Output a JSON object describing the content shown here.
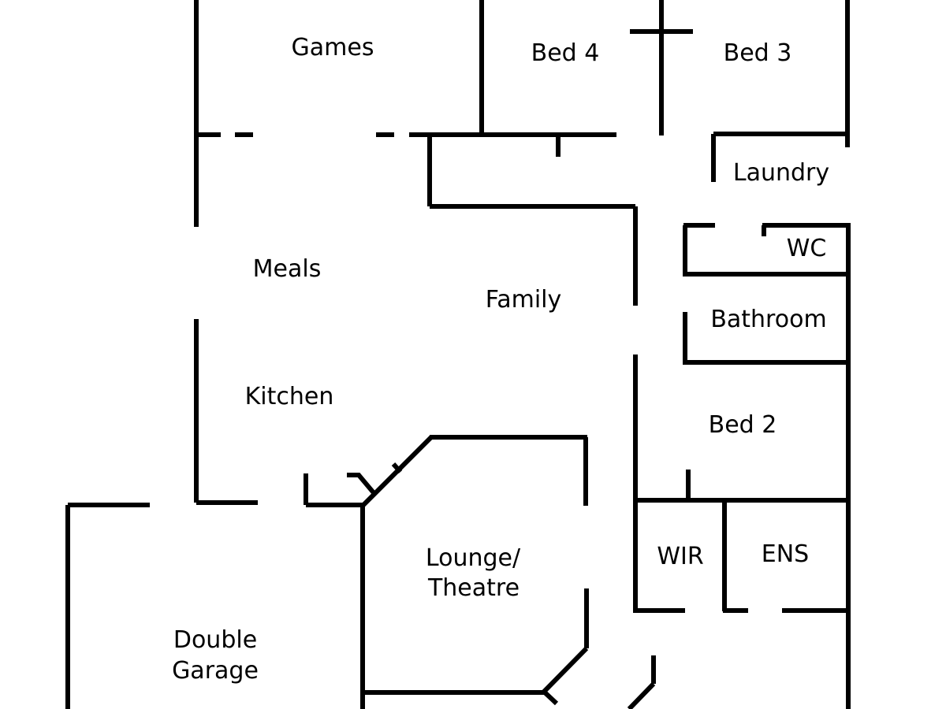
{
  "plan": {
    "colors": {
      "wall": "#000000",
      "background": "#ffffff"
    },
    "rooms": {
      "games": "Games",
      "bed4": "Bed 4",
      "bed3": "Bed 3",
      "laundry": "Laundry",
      "wc": "WC",
      "meals": "Meals",
      "family": "Family",
      "bathroom": "Bathroom",
      "kitchen": "Kitchen",
      "bed2": "Bed 2",
      "wir": "WIR",
      "ens": "ENS",
      "lounge_line1": "Lounge/",
      "lounge_line2": "Theatre",
      "garage_line1": "Double",
      "garage_line2": "Garage"
    }
  }
}
